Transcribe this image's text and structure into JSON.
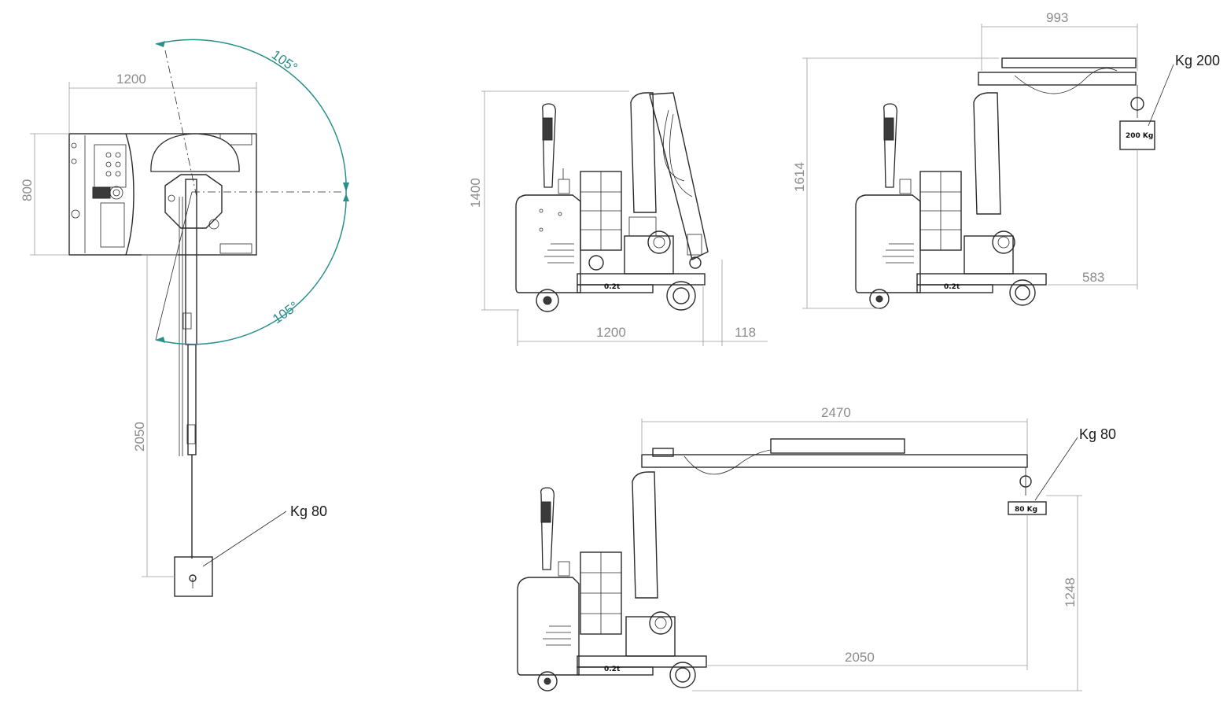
{
  "drawing": {
    "top_view": {
      "width_dim": "1200",
      "depth_dim": "800",
      "reach_dim": "2050",
      "angle_upper": "105°",
      "angle_lower": "105°",
      "load_label": "Kg 80"
    },
    "side_view_folded": {
      "height_dim": "1400",
      "length_dim": "1200",
      "overhang_dim": "118",
      "badge": "0.2t"
    },
    "side_view_raised": {
      "height_dim": "1614",
      "reach_dim": "993",
      "wheel_dim": "583",
      "load_label": "Kg 200",
      "weight_tag": "200 Kg",
      "badge": "0.2t"
    },
    "side_view_extended": {
      "boom_dim": "2470",
      "reach_dim": "2050",
      "hook_height_dim": "1248",
      "load_label": "Kg 80",
      "weight_tag": "80 Kg",
      "badge": "0.2t"
    },
    "colors": {
      "line": "#2b2b2b",
      "dimension": "#9a9a9a",
      "angle_arc": "#2a8f8a"
    }
  }
}
